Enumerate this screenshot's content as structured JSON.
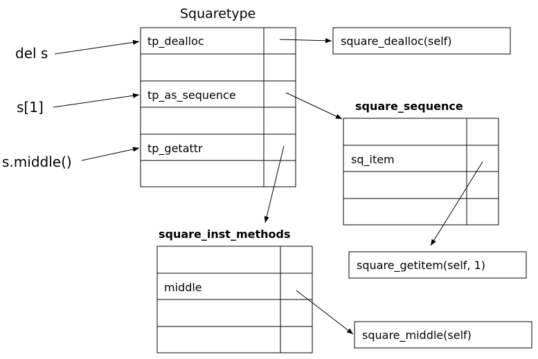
{
  "callers": {
    "del": "del s",
    "index": "s[1]",
    "method": "s.middle()"
  },
  "squaretype": {
    "title": "Squaretype",
    "slots": [
      "tp_dealloc",
      "",
      "tp_as_sequence",
      "",
      "tp_getattr",
      ""
    ]
  },
  "square_sequence": {
    "title": "square_sequence",
    "slots": [
      "",
      "sq_item",
      "",
      ""
    ]
  },
  "square_inst_methods": {
    "title": "square_inst_methods",
    "slots": [
      "",
      "middle",
      "",
      ""
    ]
  },
  "functions": {
    "dealloc": "square_dealloc(self)",
    "getitem": "square_getitem(self, 1)",
    "middle": "square_middle(self)"
  }
}
